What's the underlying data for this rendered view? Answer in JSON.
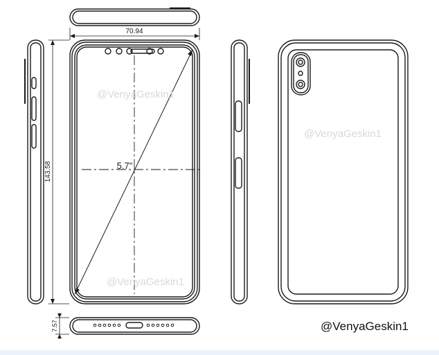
{
  "drawing": {
    "width_dimension": "70.94",
    "height_dimension": "143.58",
    "depth_dimension": "7.57",
    "diagonal_label": "5.7\"",
    "watermark": "@VenyaGeskin1",
    "credit": "@VenyaGeskin1"
  },
  "colors": {
    "line": "#1a1a1a",
    "watermark": "#d9d9d9",
    "strip": "#eaf3fb"
  }
}
